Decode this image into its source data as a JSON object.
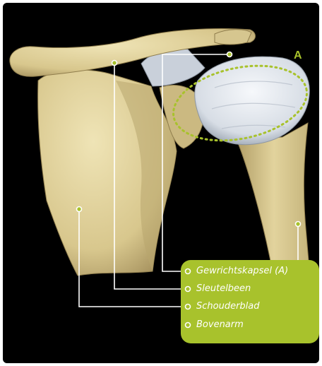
{
  "diagram": {
    "marker_label": "A",
    "labels": [
      {
        "id": "capsule",
        "text": "Gewrichtskapsel (A)"
      },
      {
        "id": "clavicle",
        "text": "Sleutelbeen"
      },
      {
        "id": "scapula",
        "text": "Schouderblad"
      },
      {
        "id": "humerus",
        "text": "Bovenarm"
      }
    ]
  },
  "colors": {
    "background": "#000000",
    "bone": "#e3d5a0",
    "bone_shadow": "#b8a66e",
    "capsule": "#dfe4ea",
    "accent": "#a8c22c",
    "leader": "#ffffff"
  }
}
